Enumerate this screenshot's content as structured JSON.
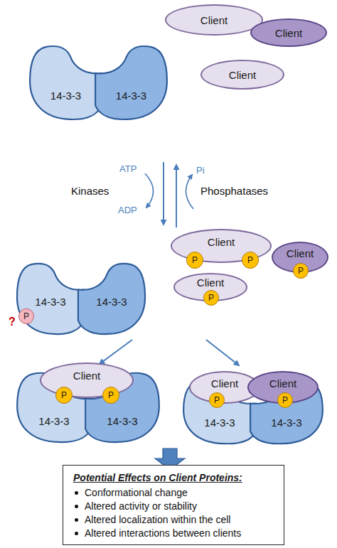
{
  "diagram": {
    "nodes": [
      {
        "text": [
          "Client"
        ]
      },
      {
        "text": [
          "Client"
        ]
      },
      {
        "text": [
          "14-3-3"
        ]
      },
      {
        "text": [
          "14-3-3"
        ]
      },
      {
        "text": [
          "Client"
        ]
      },
      {
        "text": [
          "Client"
        ]
      },
      {
        "text": [
          "P"
        ],
        "in": 5
      },
      {
        "text": [
          "P"
        ],
        "in": 5
      },
      {
        "text": [
          "Client"
        ]
      },
      {
        "text": [
          "P"
        ],
        "in": 8
      },
      {
        "text": [
          "14-3-3"
        ]
      },
      {
        "text": [
          "P"
        ],
        "in": 10
      },
      {
        "text": [
          "14-3-3"
        ]
      },
      {
        "text": [
          "Client"
        ]
      },
      {
        "text": [
          "P"
        ],
        "in": 13
      },
      {
        "text": [
          "Client"
        ]
      },
      {
        "text": [
          "P"
        ],
        "in": 15
      },
      {
        "text": [
          "P"
        ],
        "in": 15
      },
      {
        "text": [
          "14-3-3"
        ]
      },
      {
        "text": [
          "14-3-3"
        ]
      },
      {
        "text": [
          "Client"
        ]
      },
      {
        "text": [
          "P"
        ],
        "in": 20
      },
      {
        "text": [
          "Client"
        ]
      },
      {
        "text": [
          "P"
        ],
        "in": 22
      },
      {
        "text": [
          "14-3-3"
        ]
      },
      {
        "text": [
          "14-3-3"
        ]
      },
      {
        "text": [
          "Potential Effects on Client Proteins:",
          "Conformational change",
          "Altered activity or stability",
          "Altered localization within the cell",
          "Altered interactions between clients"
        ]
      }
    ],
    "labels": [
      "Kinases",
      "ATP",
      "ADP",
      "Phosphatases",
      "Pi",
      "?"
    ]
  }
}
